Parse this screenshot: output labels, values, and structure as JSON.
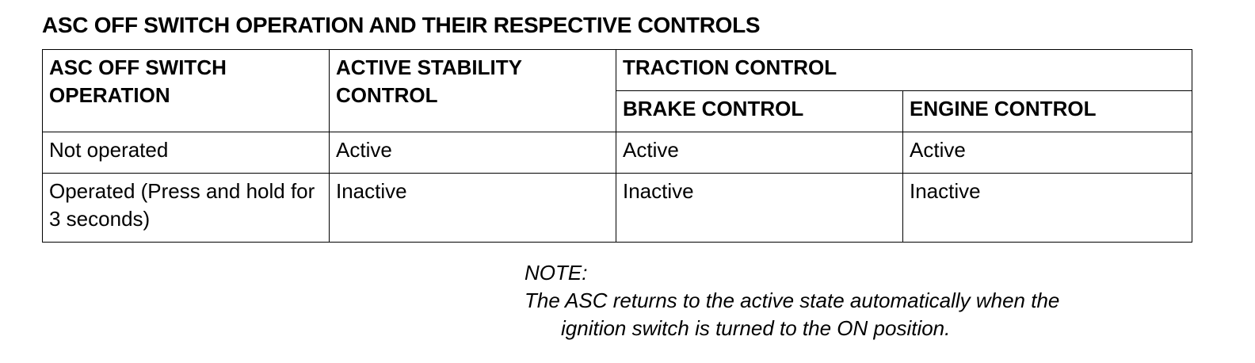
{
  "title": "ASC OFF SWITCH OPERATION AND THEIR RESPECTIVE CONTROLS",
  "table": {
    "headers": {
      "switch_operation": "ASC OFF SWITCH OPERATION",
      "active_stability": "ACTIVE STABILITY CONTROL",
      "traction_control": "TRACTION CONTROL",
      "brake_control": "BRAKE CONTROL",
      "engine_control": "ENGINE CONTROL"
    },
    "rows": [
      {
        "operation": "Not operated",
        "active_stability": "Active",
        "brake_control": "Active",
        "engine_control": "Active"
      },
      {
        "operation": "Operated (Press and hold for 3 seconds)",
        "active_stability": "Inactive",
        "brake_control": "Inactive",
        "engine_control": "Inactive"
      }
    ]
  },
  "note": {
    "label": "NOTE:",
    "line1": "The ASC returns to the active state automatically when the",
    "line2": "ignition switch is turned to the ON position."
  }
}
